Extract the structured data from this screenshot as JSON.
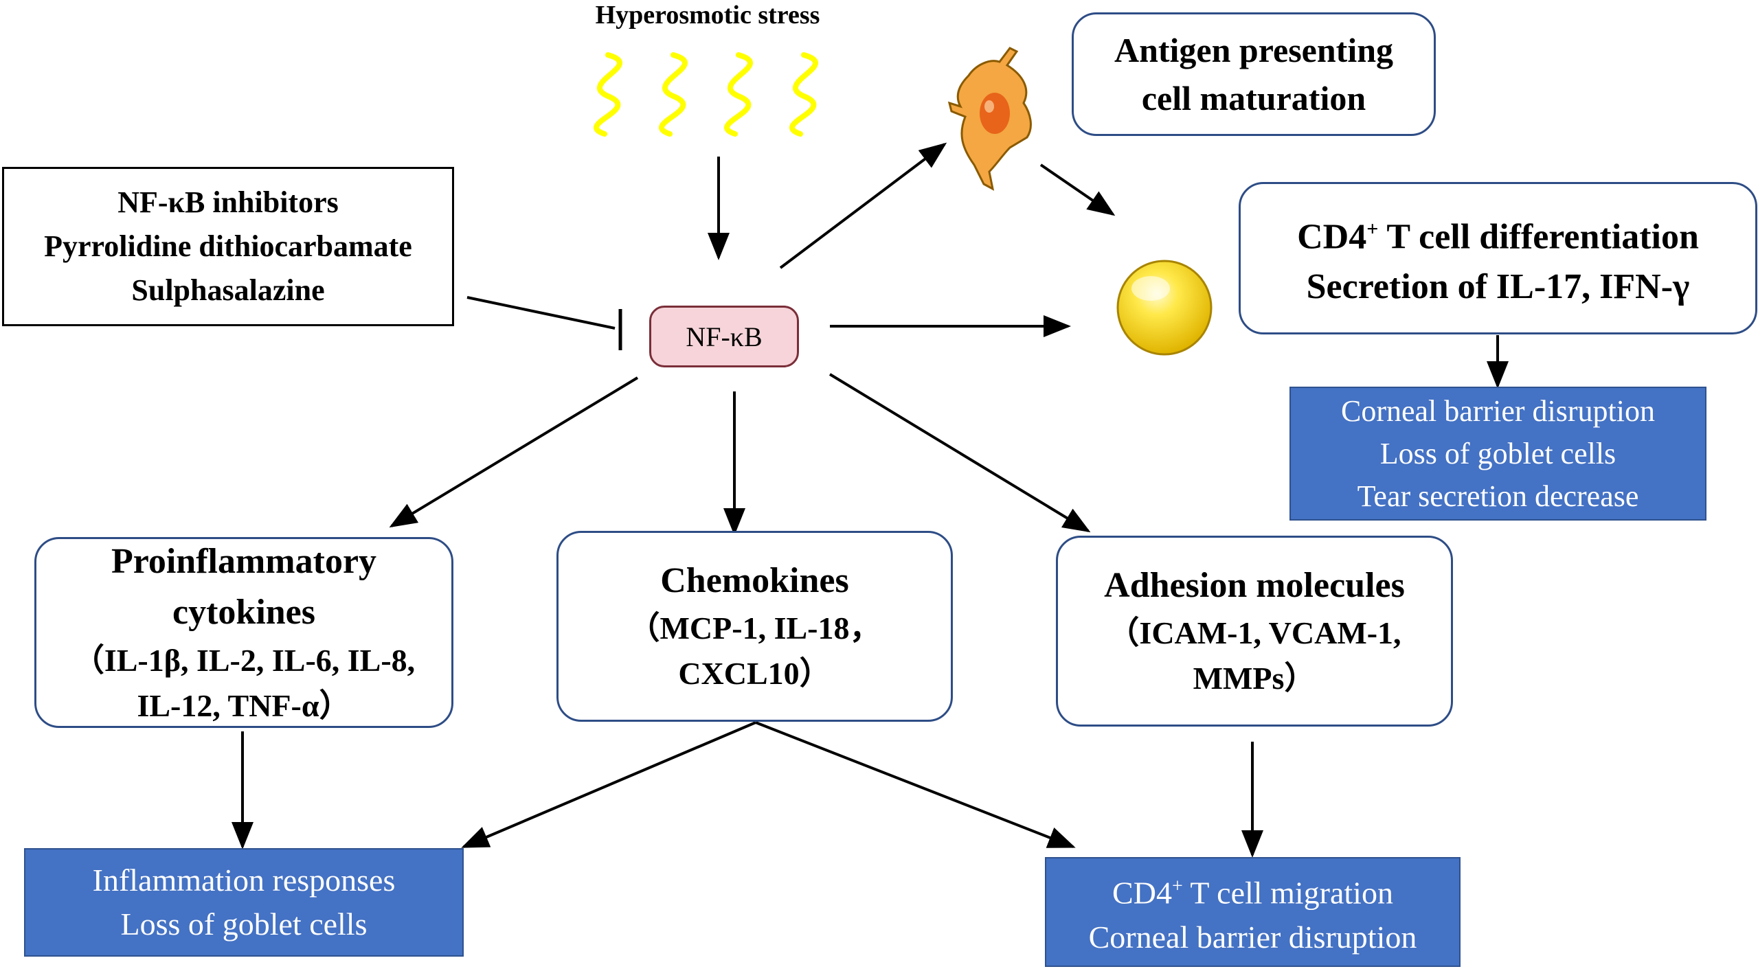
{
  "stimulus": {
    "label": "Hyperosmotic stress",
    "color": "#ffff00"
  },
  "inhibitors": {
    "lines": [
      "NF-κB inhibitors",
      "Pyrrolidine dithiocarbamate",
      "Sulphasalazine"
    ]
  },
  "nfkb": {
    "label": "NF-κB",
    "fill": "#f6d4d9"
  },
  "apc": {
    "lines": [
      "Antigen presenting",
      "cell maturation"
    ]
  },
  "tcell": {
    "line1_pre": "CD4",
    "line1_sup": "+",
    "line1_post": " T cell differentiation",
    "line2": "Secretion of IL-17, IFN-γ"
  },
  "tcell_effects": {
    "lines": [
      "Corneal barrier disruption",
      "Loss of goblet cells",
      "Tear secretion decrease"
    ]
  },
  "cytokines": {
    "title1": "Proinflammatory",
    "title2": "cytokines",
    "detail1": "（IL-1β, IL-2, IL-6, IL-8,",
    "detail2": "IL-12, TNF-α）"
  },
  "chemokines": {
    "title": "Chemokines",
    "detail1": "（MCP-1, IL-18，",
    "detail2": "CXCL10）"
  },
  "adhesion": {
    "title": "Adhesion molecules",
    "detail1": "（ICAM-1, VCAM-1,",
    "detail2": "MMPs）"
  },
  "inflammation": {
    "lines": [
      "Inflammation responses",
      "Loss of goblet cells"
    ]
  },
  "migration": {
    "line1_pre": "CD4",
    "line1_sup": "+",
    "line1_post": " T cell migration",
    "line2": "Corneal barrier disruption"
  },
  "colors": {
    "blue_box": "#4472c4",
    "border": "#2e4d86",
    "t_cell": "#ffd700",
    "dendritic_cell": "#f4a742"
  }
}
